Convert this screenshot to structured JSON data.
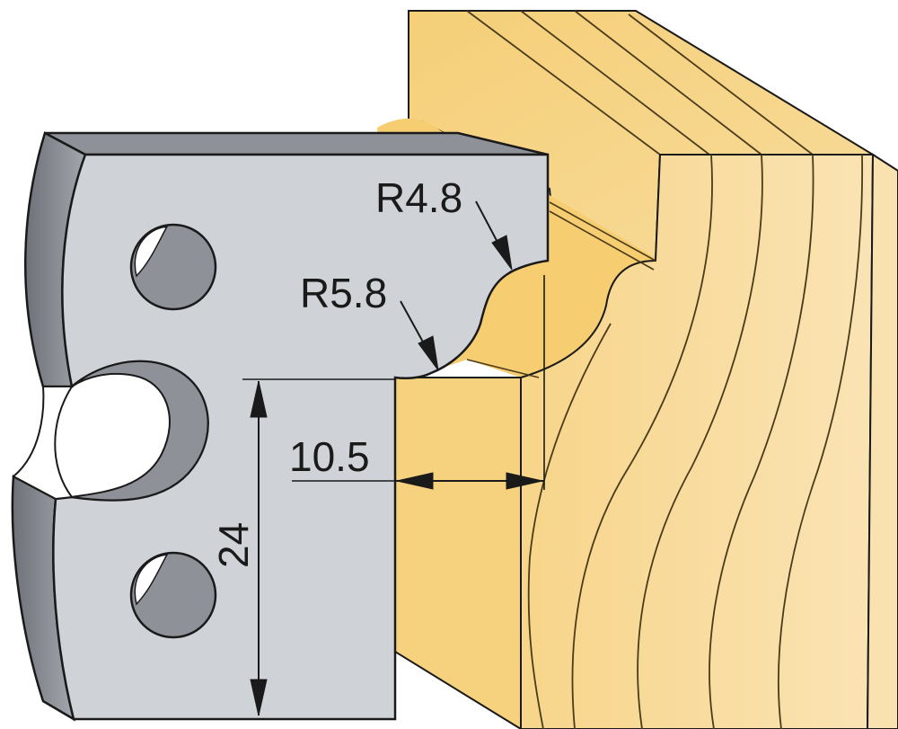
{
  "diagram": {
    "labels": {
      "radius_upper": "R4.8",
      "radius_lower": "R5.8",
      "width": "10.5",
      "height": "24"
    },
    "colors": {
      "steel_face": "#cfd2d6",
      "steel_side": "#8e9298",
      "steel_dark": "#6d7177",
      "wood_top": "#f8d888",
      "wood_face": "#f9e0ad",
      "wood_profile": "#f6cd70",
      "wood_grain": "#4a3b1a",
      "outline": "#1a1a1a"
    }
  }
}
